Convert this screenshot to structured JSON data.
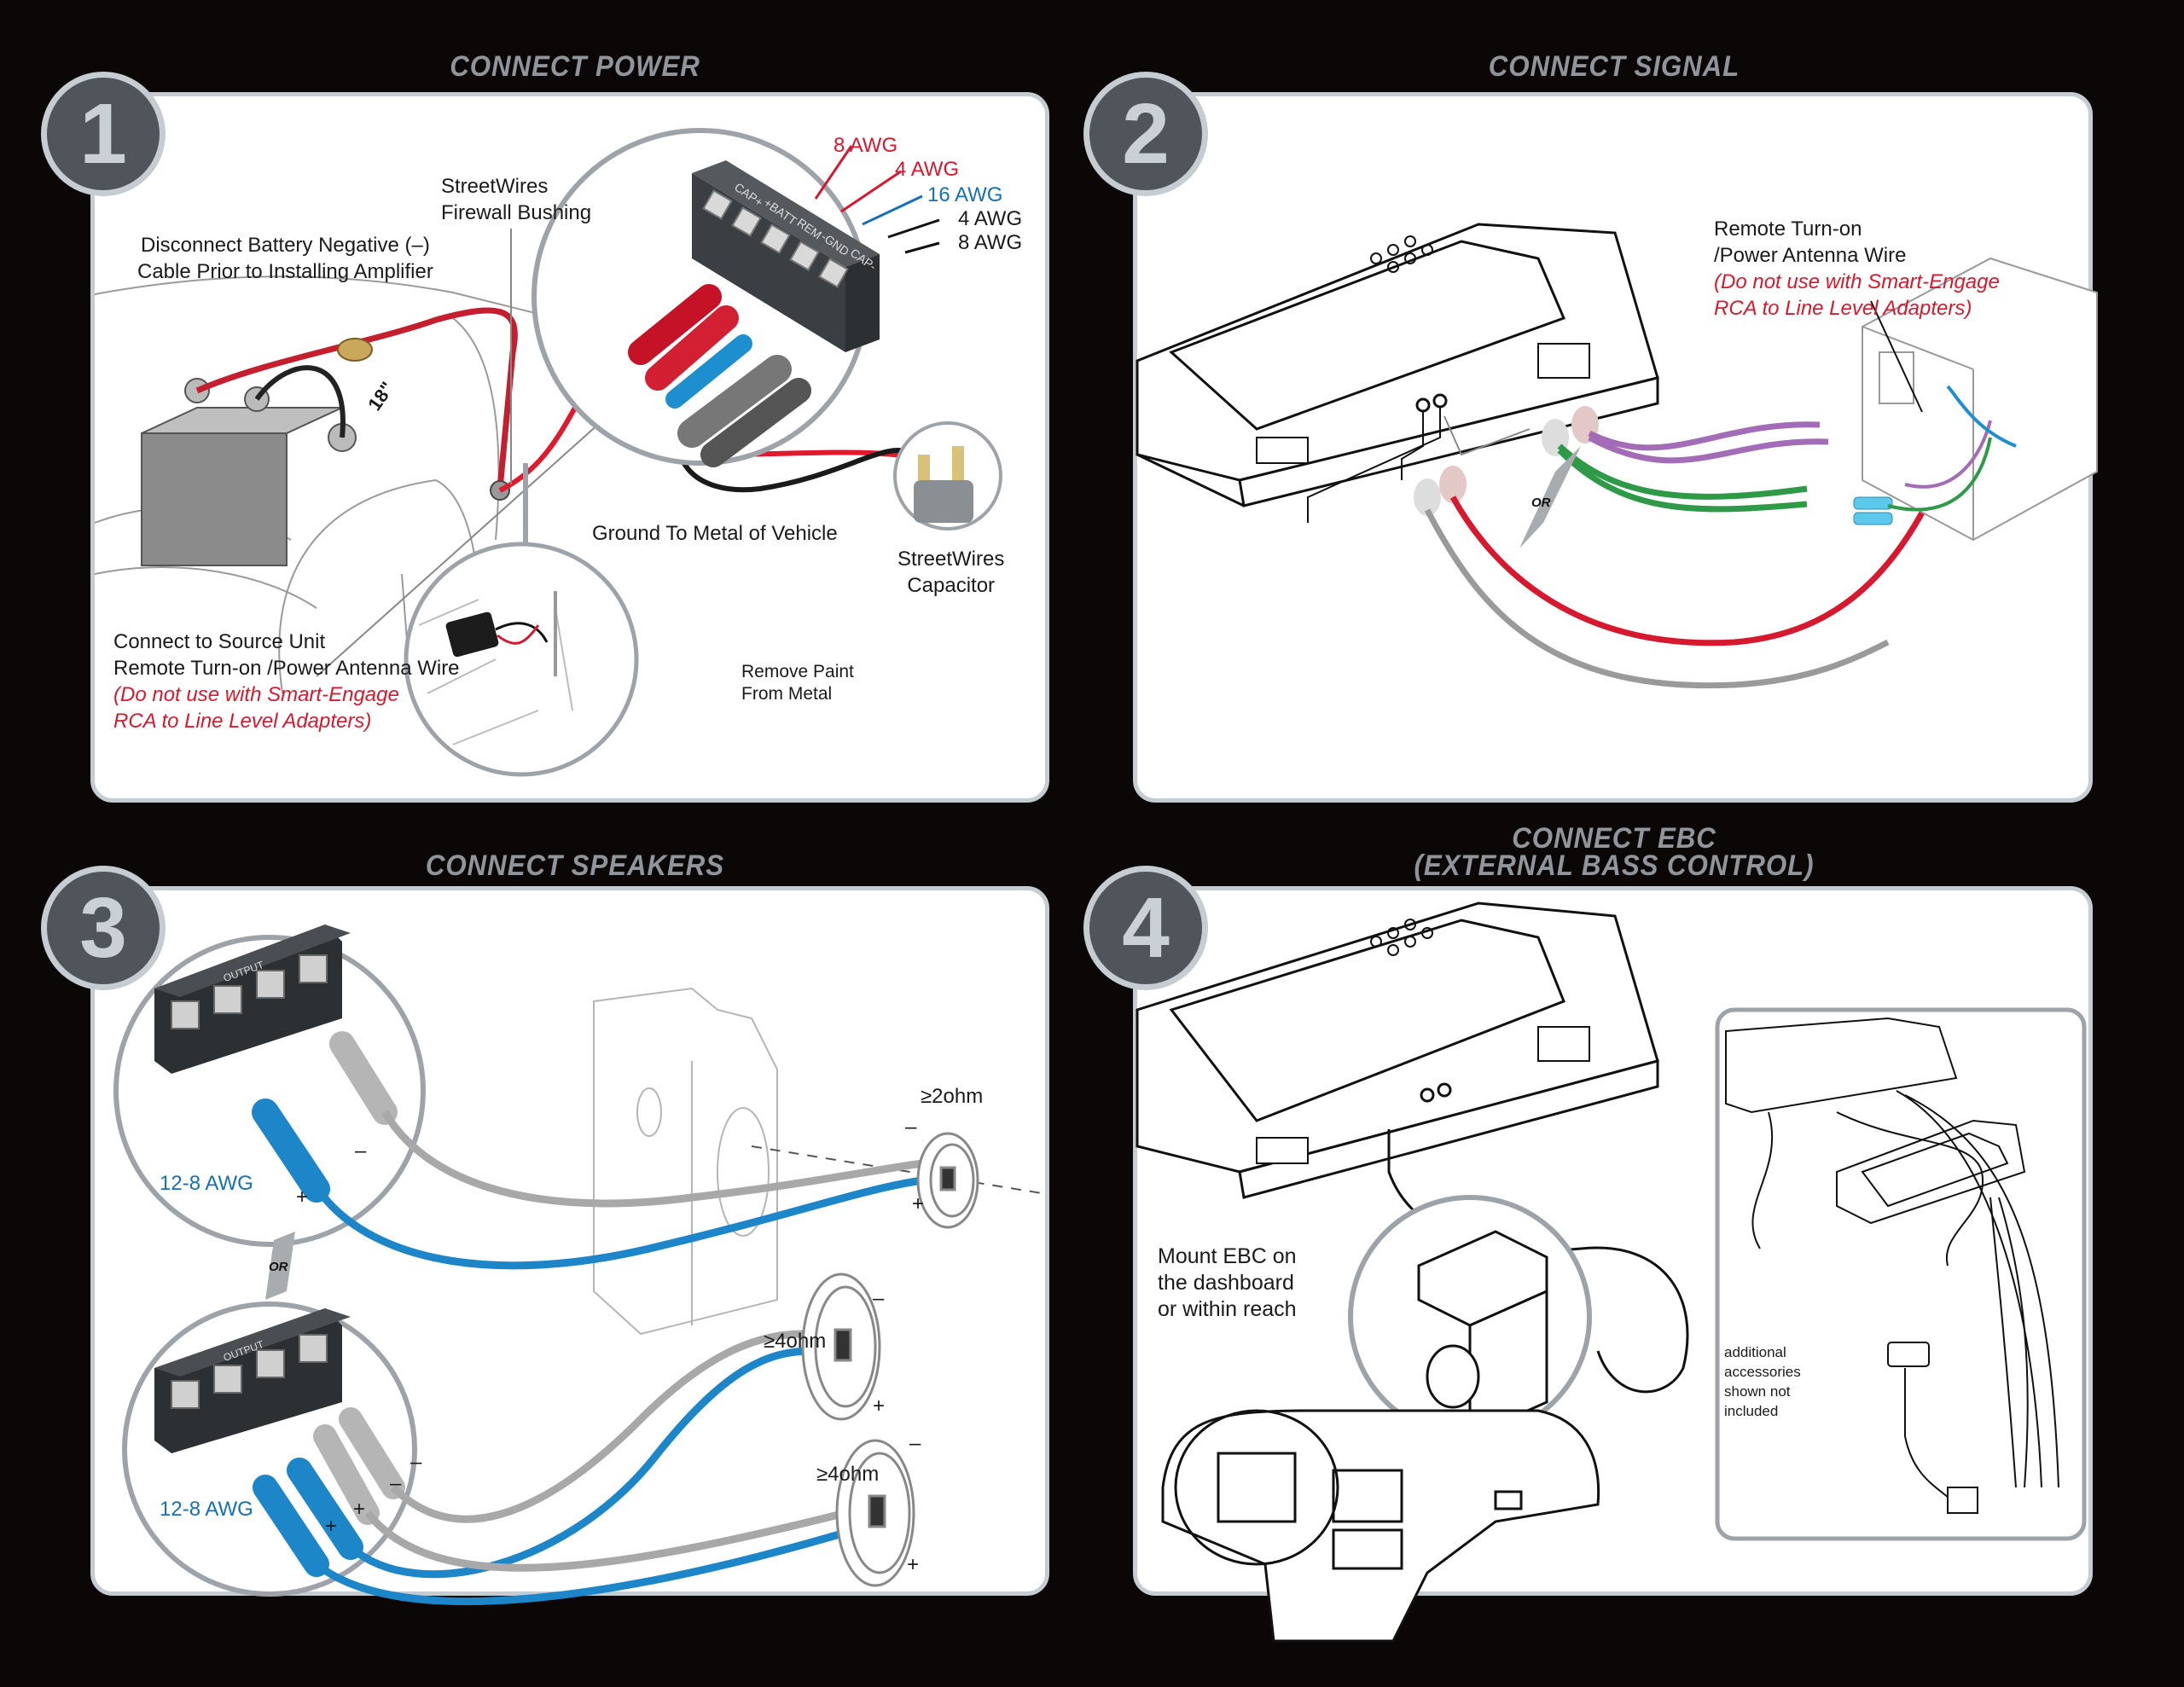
{
  "colors": {
    "background": "#0b0707",
    "panel_border": "#c5ccd2",
    "badge_fill": "#4f555a",
    "title_gray": "#8f959a",
    "warning_red": "#d7192f",
    "wire_blue": "#1570b8",
    "wire_red": "#e0192e"
  },
  "panels": [
    {
      "number": "1",
      "title": "CONNECT POWER",
      "labels": {
        "bushing_line1": "StreetWires",
        "bushing_line2": "Firewall Bushing",
        "battery_line1": "Disconnect Battery Negative (–)",
        "battery_line2": "Cable Prior to Installing Amplifier",
        "dimension": "18\"",
        "source_line1": "Connect to Source Unit",
        "source_line2": "Remote Turn-on /Power Antenna Wire",
        "warning_line1": "(Do not use with Smart-Engage",
        "warning_line2": "RCA to Line Level Adapters)",
        "ground": "Ground To Metal of Vehicle",
        "paint_line1": "Remove Paint",
        "paint_line2": "From Metal",
        "cap_line1": "StreetWires",
        "cap_line2": "Capacitor"
      },
      "terminals": [
        "CAP+",
        "+BATT",
        "REM",
        "-GND",
        "CAP-"
      ],
      "gauges": [
        {
          "label": "8 AWG",
          "color": "red"
        },
        {
          "label": "4 AWG",
          "color": "red"
        },
        {
          "label": "16 AWG",
          "color": "blue"
        },
        {
          "label": "4 AWG",
          "color": "black"
        },
        {
          "label": "8 AWG",
          "color": "black"
        }
      ]
    },
    {
      "number": "2",
      "title": "CONNECT SIGNAL",
      "labels": {
        "remote_line1": "Remote Turn-on",
        "remote_line2": "/Power Antenna Wire",
        "warning_line1": "(Do not use with Smart-Engage",
        "warning_line2": "RCA to Line Level Adapters)",
        "or": "OR"
      }
    },
    {
      "number": "3",
      "title": "CONNECT SPEAKERS",
      "labels": {
        "terminal_top": "OUTPUT",
        "terminal_bottom": "OUTPUT",
        "gauge_top": "12-8 AWG",
        "gauge_bottom": "12-8 AWG",
        "or": "OR",
        "ohm_single": "≥2ohm",
        "ohm_a": "≥4ohm",
        "ohm_b": "≥4ohm",
        "minus": "–",
        "plus": "+"
      }
    },
    {
      "number": "4",
      "title_line1": "CONNECT EBC",
      "title_line2": "(EXTERNAL BASS CONTROL)",
      "labels": {
        "mount_line1": "Mount EBC on",
        "mount_line2": "the dashboard",
        "mount_line3": "or within reach",
        "acc_line1": "additional",
        "acc_line2": "accessories",
        "acc_line3": "shown not",
        "acc_line4": "included"
      }
    }
  ]
}
